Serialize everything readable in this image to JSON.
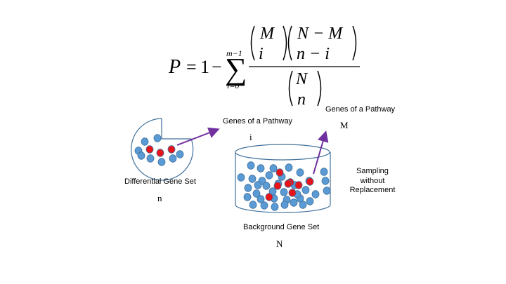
{
  "formula": {
    "p_symbol": "P",
    "equals": "=",
    "one": "1",
    "minus": "−",
    "sum_upper": "m−1",
    "sum_lower": "i=0",
    "top_left_upper": "M",
    "top_left_lower": "i",
    "top_right_upper": "N − M",
    "top_right_lower": "n − i",
    "bottom_upper": "N",
    "bottom_lower": "n"
  },
  "labels": {
    "genes_pathway_left": "Genes of a Pathway",
    "genes_pathway_left_var": "i",
    "genes_pathway_right": "Genes of a Pathway",
    "genes_pathway_right_var": "M",
    "differential_gene_set": "Differential Gene Set",
    "differential_var": "n",
    "background_gene_set": "Background Gene Set",
    "background_var": "N",
    "sampling_line1": "Sampling",
    "sampling_line2": "without",
    "sampling_line3": "Replacement"
  },
  "colors": {
    "blue_ball": "#5b9bd5",
    "red_ball": "#e8141a",
    "ball_outline": "#41719c",
    "container_outline": "#41719c",
    "arrow": "#7030a0",
    "text": "#000000"
  },
  "balls": {
    "differential_blue_count": 8,
    "differential_red_count": 3,
    "background_blue_count": 37,
    "background_red_count": 8
  }
}
